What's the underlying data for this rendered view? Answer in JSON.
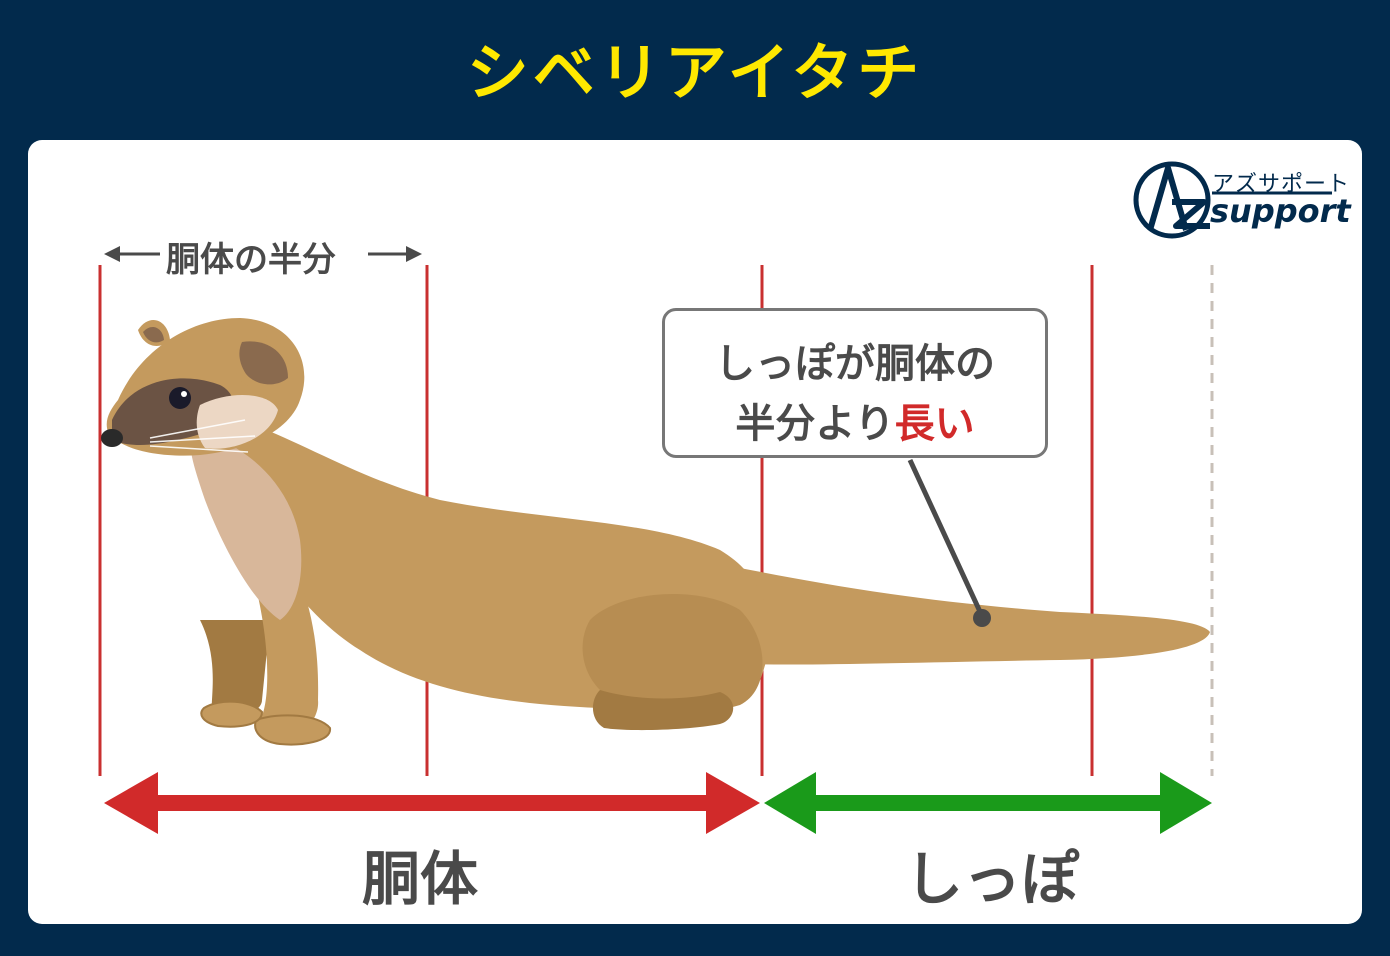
{
  "title": "シベリアイタチ",
  "logo": {
    "kana": "アズサポート",
    "word": "support"
  },
  "half_label": "胴体の半分",
  "callout": {
    "line1": "しっぽが胴体の",
    "line2_prefix": "半分より",
    "line2_highlight": "長い"
  },
  "labels": {
    "body": "胴体",
    "tail": "しっぽ"
  },
  "colors": {
    "background": "#022a4c",
    "title": "#ffe800",
    "body_arrow": "#d12a2a",
    "tail_arrow": "#1a9a1a",
    "guide_line": "#c93030",
    "weasel_fur": "#c49a5e",
    "text": "#4a4a4a"
  }
}
